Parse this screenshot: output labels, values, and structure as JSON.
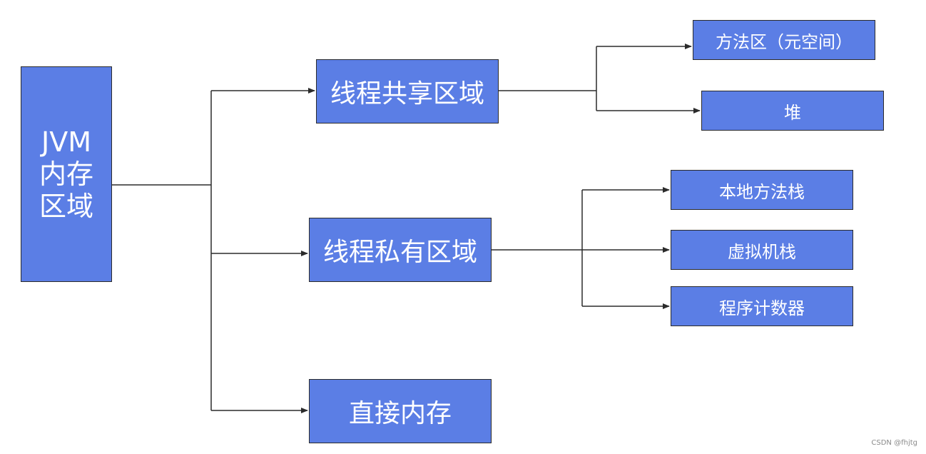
{
  "root": {
    "lines": [
      "JVM",
      "内存",
      "区域"
    ]
  },
  "branches": {
    "shared": "线程共享区域",
    "private": "线程私有区域",
    "direct": "直接内存"
  },
  "shared_children": {
    "metaspace": "方法区（元空间）",
    "heap": "堆"
  },
  "private_children": {
    "native_stack": "本地方法栈",
    "vm_stack": "虚拟机栈",
    "pc_counter": "程序计数器"
  },
  "colors": {
    "box_fill": "#5b7ee5",
    "box_border": "#2b2b2b",
    "box_text": "#ffffff",
    "connector": "#2b2b2b"
  },
  "watermark": "CSDN @fhjtg"
}
